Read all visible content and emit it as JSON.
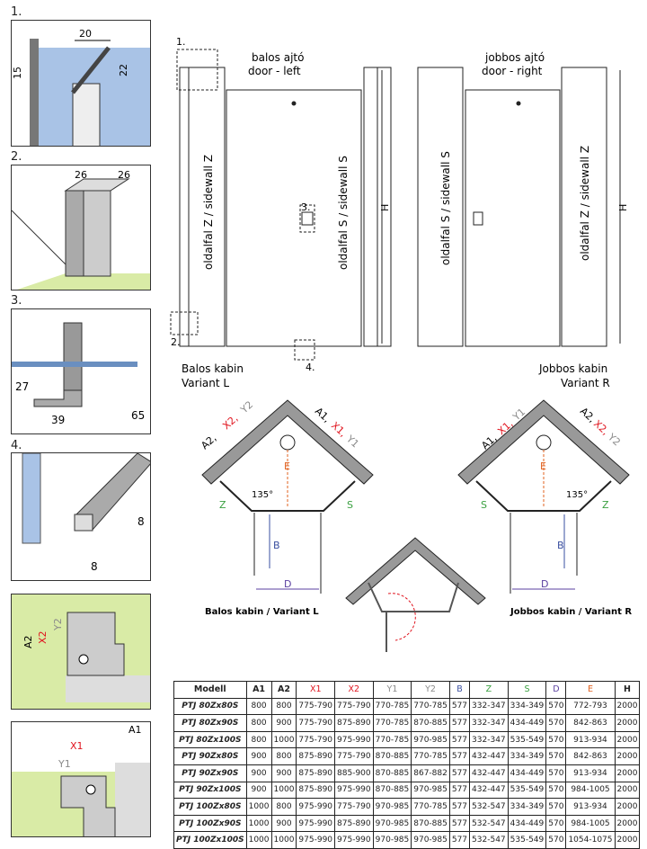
{
  "details": [
    {
      "num": "1.",
      "dims": [
        "20",
        "15",
        "22"
      ]
    },
    {
      "num": "2.",
      "dims": [
        "26",
        "26"
      ]
    },
    {
      "num": "3.",
      "dims": [
        "27",
        "39",
        "65"
      ]
    },
    {
      "num": "4.",
      "dims": [
        "8",
        "8"
      ]
    },
    {
      "dims": [
        "A2",
        "X2",
        "Y2"
      ]
    },
    {
      "dims": [
        "A1",
        "X1",
        "Y1"
      ]
    }
  ],
  "elevation_left": {
    "door": "balos ajtó",
    "door_en": "door - left",
    "side_z": "oldalfal Z / sidewall Z",
    "side_s": "oldalfal S / sidewall S",
    "h": "H",
    "caption1": "Balos kabin",
    "caption2": "Variant L",
    "callouts": [
      "1.",
      "2.",
      "3.",
      "4."
    ]
  },
  "elevation_right": {
    "door": "jobbos ajtó",
    "door_en": "door - right",
    "side_s": "oldalfal S / sidewall S",
    "side_z": "oldalfal Z / sidewall Z",
    "h": "H",
    "caption1": "Jobbos kabin",
    "caption2": "Variant R"
  },
  "plan_left": {
    "a2": "A2,",
    "x2": "X2,",
    "y2": "Y2",
    "a1": "A1,",
    "x1": "X1,",
    "y1": "Y1",
    "e": "E",
    "z": "Z",
    "s": "S",
    "angle": "135°",
    "b": "B",
    "d": "D",
    "caption": "Balos kabin / Variant L"
  },
  "plan_right": {
    "a1": "A1,",
    "x1": "X1,",
    "y1": "Y1",
    "a2": "A2,",
    "x2": "X2,",
    "y2": "Y2",
    "e": "E",
    "s": "S",
    "z": "Z",
    "angle": "135°",
    "b": "B",
    "d": "D",
    "caption": "Jobbos kabin / Variant R"
  },
  "colors": {
    "x": "#e0141e",
    "y": "#8a8a8a",
    "b": "#3a4fa0",
    "z": "#3aa040",
    "s": "#3aa040",
    "d": "#5a3fa0",
    "e": "#e0601e",
    "glass": "#a9c3e6",
    "wall": "#d9eba6"
  },
  "table": {
    "headers": [
      "Modell",
      "A1",
      "A2",
      "X1",
      "X2",
      "Y1",
      "Y2",
      "B",
      "Z",
      "S",
      "D",
      "E",
      "H"
    ],
    "rows": [
      [
        "PTJ 80Zx80S",
        "800",
        "800",
        "775-790",
        "775-790",
        "770-785",
        "770-785",
        "577",
        "332-347",
        "334-349",
        "570",
        "772-793",
        "2000"
      ],
      [
        "PTJ 80Zx90S",
        "800",
        "900",
        "775-790",
        "875-890",
        "770-785",
        "870-885",
        "577",
        "332-347",
        "434-449",
        "570",
        "842-863",
        "2000"
      ],
      [
        "PTJ 80Zx100S",
        "800",
        "1000",
        "775-790",
        "975-990",
        "770-785",
        "970-985",
        "577",
        "332-347",
        "535-549",
        "570",
        "913-934",
        "2000"
      ],
      [
        "PTJ 90Zx80S",
        "900",
        "800",
        "875-890",
        "775-790",
        "870-885",
        "770-785",
        "577",
        "432-447",
        "334-349",
        "570",
        "842-863",
        "2000"
      ],
      [
        "PTJ 90Zx90S",
        "900",
        "900",
        "875-890",
        "885-900",
        "870-885",
        "867-882",
        "577",
        "432-447",
        "434-449",
        "570",
        "913-934",
        "2000"
      ],
      [
        "PTJ 90Zx100S",
        "900",
        "1000",
        "875-890",
        "975-990",
        "870-885",
        "970-985",
        "577",
        "432-447",
        "535-549",
        "570",
        "984-1005",
        "2000"
      ],
      [
        "PTJ 100Zx80S",
        "1000",
        "800",
        "975-990",
        "775-790",
        "970-985",
        "770-785",
        "577",
        "532-547",
        "334-349",
        "570",
        "913-934",
        "2000"
      ],
      [
        "PTJ 100Zx90S",
        "1000",
        "900",
        "975-990",
        "875-890",
        "970-985",
        "870-885",
        "577",
        "532-547",
        "434-449",
        "570",
        "984-1005",
        "2000"
      ],
      [
        "PTJ 100Zx100S",
        "1000",
        "1000",
        "975-990",
        "975-990",
        "970-985",
        "970-985",
        "577",
        "532-547",
        "535-549",
        "570",
        "1054-1075",
        "2000"
      ]
    ]
  }
}
